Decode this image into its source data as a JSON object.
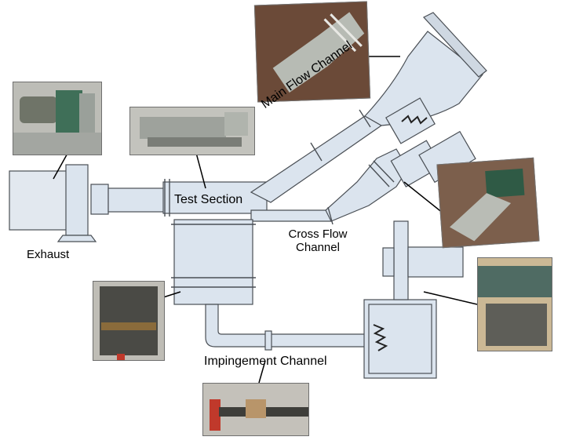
{
  "labels": {
    "exhaust": "Exhaust",
    "test_section": "Test Section",
    "main_flow": "Main Flow Channel",
    "cross_flow_1": "Cross Flow",
    "cross_flow_2": "Channel",
    "impingement": "Impingement Channel"
  },
  "colors": {
    "duct_fill": "#dbe4ee",
    "duct_stroke": "#4a4f55",
    "photo_metal": "#aeb3ad",
    "motor_green": "#2f5a45",
    "pipe_red": "#c0392b"
  },
  "icons": [
    "exhaust-blower-photo",
    "test-section-photo",
    "main-flow-contraction-photo",
    "cross-flow-blower-photo",
    "plenum-photo",
    "impingement-blower-photo",
    "impingement-pipe-photo",
    "heater-element-icon"
  ]
}
